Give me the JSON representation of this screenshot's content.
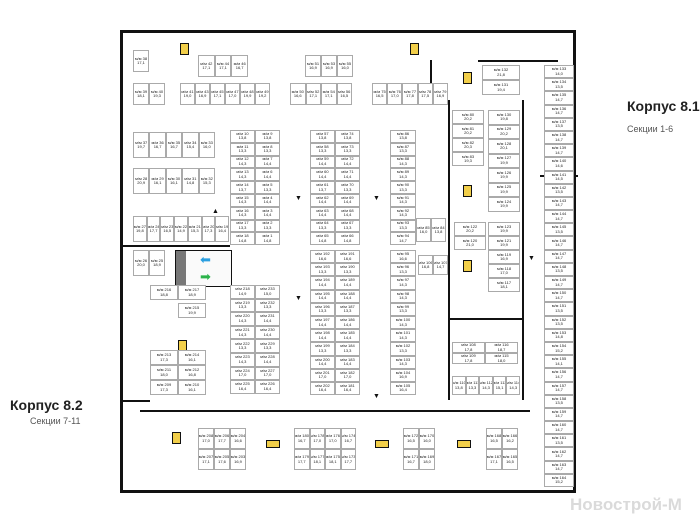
{
  "labels": {
    "building_81": "Корпус 8.1",
    "sections_81": "Секции 1-6",
    "building_82": "Корпус 8.2",
    "sections_82": "Секции 7-11",
    "watermark": "Новострой-М",
    "spot_prefix": "м/м"
  },
  "colors": {
    "lift": "#f2cf4a",
    "arrow_in": "#2a9fe0",
    "arrow_out": "#2bb34a"
  },
  "blocks": {
    "colA_top": [
      [
        "10",
        "13,8"
      ],
      [
        "9",
        "13,8"
      ],
      [
        "11",
        "13,3"
      ],
      [
        "8",
        "13,3"
      ],
      [
        "12",
        "14,3"
      ],
      [
        "7",
        "14,4"
      ],
      [
        "13",
        "14,3"
      ],
      [
        "6",
        "14,4"
      ],
      [
        "14",
        "13,7"
      ],
      [
        "5",
        "13,3"
      ],
      [
        "15",
        "14,3"
      ],
      [
        "4",
        "14,4"
      ],
      [
        "16",
        "14,3"
      ],
      [
        "3",
        "14,4"
      ],
      [
        "17",
        "13,3"
      ],
      [
        "2",
        "13,3"
      ],
      [
        "18",
        "14,8"
      ],
      [
        "1",
        "14,8"
      ]
    ],
    "colA_bot": [
      [
        "218",
        "14,9"
      ],
      [
        "233",
        "15,0"
      ],
      [
        "219",
        "13,3"
      ],
      [
        "232",
        "13,3"
      ],
      [
        "220",
        "14,3"
      ],
      [
        "231",
        "14,4"
      ],
      [
        "221",
        "14,3"
      ],
      [
        "230",
        "14,4"
      ],
      [
        "222",
        "13,3"
      ],
      [
        "229",
        "13,3"
      ],
      [
        "223",
        "14,3"
      ],
      [
        "228",
        "14,4"
      ],
      [
        "224",
        "17,0"
      ],
      [
        "227",
        "17,0"
      ],
      [
        "225",
        "16,4"
      ],
      [
        "226",
        "16,4"
      ]
    ],
    "colB_top": [
      [
        "57",
        "13,8"
      ],
      [
        "74",
        "13,8"
      ],
      [
        "58",
        "13,3"
      ],
      [
        "73",
        "13,3"
      ],
      [
        "59",
        "14,4"
      ],
      [
        "72",
        "14,4"
      ],
      [
        "60",
        "14,4"
      ],
      [
        "71",
        "14,4"
      ],
      [
        "61",
        "13,7"
      ],
      [
        "70",
        "13,3"
      ],
      [
        "62",
        "14,4"
      ],
      [
        "69",
        "14,4"
      ],
      [
        "63",
        "14,4"
      ],
      [
        "68",
        "14,4"
      ],
      [
        "64",
        "13,3"
      ],
      [
        "67",
        "13,3"
      ],
      [
        "65",
        "14,8"
      ],
      [
        "66",
        "14,8"
      ]
    ],
    "colB_bot": [
      [
        "192",
        "16,6"
      ],
      [
        "191",
        "16,6"
      ],
      [
        "193",
        "13,3"
      ],
      [
        "190",
        "13,3"
      ],
      [
        "194",
        "14,4"
      ],
      [
        "189",
        "14,4"
      ],
      [
        "195",
        "14,4"
      ],
      [
        "188",
        "14,4"
      ],
      [
        "196",
        "13,3"
      ],
      [
        "187",
        "13,3"
      ],
      [
        "197",
        "14,4"
      ],
      [
        "186",
        "14,4"
      ],
      [
        "198",
        "14,4"
      ],
      [
        "185",
        "14,4"
      ],
      [
        "199",
        "13,3"
      ],
      [
        "184",
        "13,3"
      ],
      [
        "200",
        "14,4"
      ],
      [
        "183",
        "14,4"
      ],
      [
        "201",
        "17,0"
      ],
      [
        "182",
        "17,0"
      ],
      [
        "202",
        "16,4"
      ],
      [
        "181",
        "16,4"
      ]
    ],
    "colC_top": [
      [
        "86",
        "13,8"
      ],
      [
        "87",
        "13,3"
      ],
      [
        "88",
        "14,3"
      ],
      [
        "89",
        "14,3"
      ],
      [
        "90",
        "13,3"
      ],
      [
        "91",
        "14,3"
      ],
      [
        "92",
        "14,3"
      ],
      [
        "93",
        "13,3"
      ],
      [
        "94",
        "14,7"
      ]
    ],
    "colC_bot": [
      [
        "95",
        "16,6"
      ],
      [
        "96",
        "13,3"
      ],
      [
        "97",
        "14,3"
      ],
      [
        "98",
        "14,3"
      ],
      [
        "99",
        "13,3"
      ],
      [
        "100",
        "14,3"
      ],
      [
        "101",
        "14,3"
      ],
      [
        "102",
        "13,3"
      ],
      [
        "103",
        "14,3"
      ],
      [
        "104",
        "16,9"
      ],
      [
        "105",
        "16,4"
      ]
    ],
    "b85": [
      [
        "85",
        "16,0"
      ],
      [
        "84",
        "13,8"
      ]
    ],
    "b106": [
      [
        "106",
        "16,8"
      ],
      [
        "107",
        "14,7"
      ]
    ],
    "left_r1": [
      [
        "37",
        "19,7"
      ],
      [
        "36",
        "16,7"
      ],
      [
        "35",
        "16,7"
      ],
      [
        "34",
        "15,4"
      ],
      [
        "33",
        "16,0"
      ]
    ],
    "left_r2": [
      [
        "28",
        "20,9"
      ],
      [
        "29",
        "16,1"
      ],
      [
        "30",
        "16,1"
      ],
      [
        "31",
        "14,8"
      ],
      [
        "32",
        "15,3"
      ]
    ],
    "left_r3": [
      [
        "27",
        "19,8"
      ],
      [
        "24",
        "17,7"
      ],
      [
        "23",
        "16,5"
      ],
      [
        "22",
        "14,9"
      ],
      [
        "21",
        "15,3"
      ],
      [
        "20",
        "17,3"
      ],
      [
        "19",
        "16,4"
      ]
    ],
    "left_r4": [
      [
        "26",
        "20,0"
      ],
      [
        "25",
        "18,9"
      ]
    ],
    "left_216": [
      [
        "216",
        "18,8"
      ],
      [
        "217",
        "18,9"
      ]
    ],
    "left_215": [
      [
        "215",
        "19,9"
      ]
    ],
    "left_209": [
      [
        "213",
        "17,3"
      ],
      [
        "214",
        "16,1"
      ],
      [
        "211",
        "18,0"
      ],
      [
        "212",
        "16,8"
      ],
      [
        "209",
        "17,3"
      ],
      [
        "210",
        "16,1"
      ]
    ],
    "top_38": [
      [
        "38",
        "17,1"
      ]
    ],
    "top_42": [
      [
        "42",
        "17,1"
      ],
      [
        "44",
        "17,1"
      ],
      [
        "46",
        "16,7"
      ]
    ],
    "top_51": [
      [
        "51",
        "16,9"
      ],
      [
        "53",
        "16,9"
      ],
      [
        "55",
        "16,0"
      ]
    ],
    "top_39": [
      [
        "39",
        "18,1"
      ],
      [
        "40",
        "19,3"
      ]
    ],
    "top_41": [
      [
        "41",
        "19,0"
      ],
      [
        "43",
        "16,9"
      ],
      [
        "45",
        "17,1"
      ],
      [
        "47",
        "17,0"
      ],
      [
        "48",
        "19,9"
      ],
      [
        "49",
        "19,2"
      ]
    ],
    "top_50": [
      [
        "50",
        "16,6"
      ],
      [
        "52",
        "17,1"
      ],
      [
        "54",
        "17,1"
      ],
      [
        "56",
        "16,5"
      ]
    ],
    "top_75": [
      [
        "75",
        "16,5"
      ],
      [
        "76",
        "17,0"
      ],
      [
        "77",
        "17,8"
      ],
      [
        "78",
        "17,5"
      ],
      [
        "79",
        "16,9"
      ]
    ],
    "r_132": [
      [
        "132",
        "21,8"
      ],
      [
        "131",
        "19,4"
      ]
    ],
    "r_80": [
      [
        "80",
        "20,2"
      ],
      [
        "81",
        "20,2"
      ],
      [
        "82",
        "20,3"
      ],
      [
        "83",
        "19,3"
      ]
    ],
    "r_130": [
      [
        "130",
        "19,8"
      ],
      [
        "129",
        "20,2"
      ],
      [
        "128",
        "20,1"
      ],
      [
        "127",
        "19,9"
      ],
      [
        "126",
        "19,9"
      ],
      [
        "125",
        "19,9"
      ],
      [
        "124",
        "19,9"
      ]
    ],
    "r_123": [
      [
        "123",
        "19,9"
      ],
      [
        "121",
        "19,9"
      ],
      [
        "119",
        "16,9"
      ],
      [
        "118",
        "17,0"
      ],
      [
        "117",
        "18,1"
      ]
    ],
    "r_122": [
      [
        "122",
        "20,2"
      ],
      [
        "120",
        "21,0"
      ]
    ],
    "r_108": [
      [
        "108",
        "17,8"
      ],
      [
        "116",
        "18,7"
      ],
      [
        "109",
        "17,8"
      ],
      [
        "115",
        "18,0"
      ]
    ],
    "r_110": [
      [
        "110",
        "13,8"
      ],
      [
        "111",
        "13,3"
      ],
      [
        "112",
        "14,3"
      ],
      [
        "113",
        "15,1"
      ],
      [
        "114",
        "14,3"
      ]
    ],
    "far_right": [
      [
        "133",
        "14,0"
      ],
      [
        "134",
        "13,5"
      ],
      [
        "135",
        "14,7"
      ],
      [
        "136",
        "14,7"
      ],
      [
        "137",
        "13,5"
      ],
      [
        "138",
        "14,7"
      ],
      [
        "139",
        "14,7"
      ],
      [
        "140",
        "14,6"
      ],
      [
        "141",
        "14,5"
      ],
      [
        "142",
        "13,5"
      ],
      [
        "143",
        "14,7"
      ],
      [
        "144",
        "14,7"
      ],
      [
        "145",
        "13,5"
      ],
      [
        "146",
        "14,7"
      ],
      [
        "147",
        "14,7"
      ],
      [
        "148",
        "13,5"
      ],
      [
        "149",
        "14,7"
      ],
      [
        "150",
        "14,7"
      ],
      [
        "151",
        "13,5"
      ],
      [
        "152",
        "13,5"
      ],
      [
        "153",
        "14,8"
      ],
      [
        "154",
        "15,2"
      ],
      [
        "155",
        "14,1"
      ],
      [
        "156",
        "14,7"
      ],
      [
        "157",
        "14,7"
      ],
      [
        "158",
        "13,5"
      ],
      [
        "159",
        "14,7"
      ],
      [
        "160",
        "14,7"
      ],
      [
        "161",
        "13,5"
      ],
      [
        "162",
        "14,7"
      ],
      [
        "163",
        "14,7"
      ],
      [
        "164",
        "15,2"
      ]
    ],
    "bot_208": [
      [
        "208",
        "17,0"
      ],
      [
        "206",
        "17,7"
      ],
      [
        "204",
        "16,6"
      ],
      [
        "207",
        "17,1"
      ],
      [
        "205",
        "17,6"
      ],
      [
        "203",
        "16,9"
      ]
    ],
    "bot_180": [
      [
        "180",
        "16,7"
      ],
      [
        "178",
        "17,0"
      ],
      [
        "176",
        "17,0"
      ],
      [
        "174",
        "16,7"
      ],
      [
        "179",
        "17,7"
      ],
      [
        "177",
        "18,1"
      ],
      [
        "175",
        "18,1"
      ],
      [
        "173",
        "17,7"
      ]
    ],
    "bot_172": [
      [
        "172",
        "16,5"
      ],
      [
        "170",
        "16,0"
      ],
      [
        "171",
        "16,7"
      ],
      [
        "169",
        "18,0"
      ]
    ],
    "bot_168": [
      [
        "168",
        "16,5"
      ],
      [
        "166",
        "16,2"
      ],
      [
        "167",
        "17,1"
      ],
      [
        "165",
        "16,5"
      ]
    ]
  }
}
